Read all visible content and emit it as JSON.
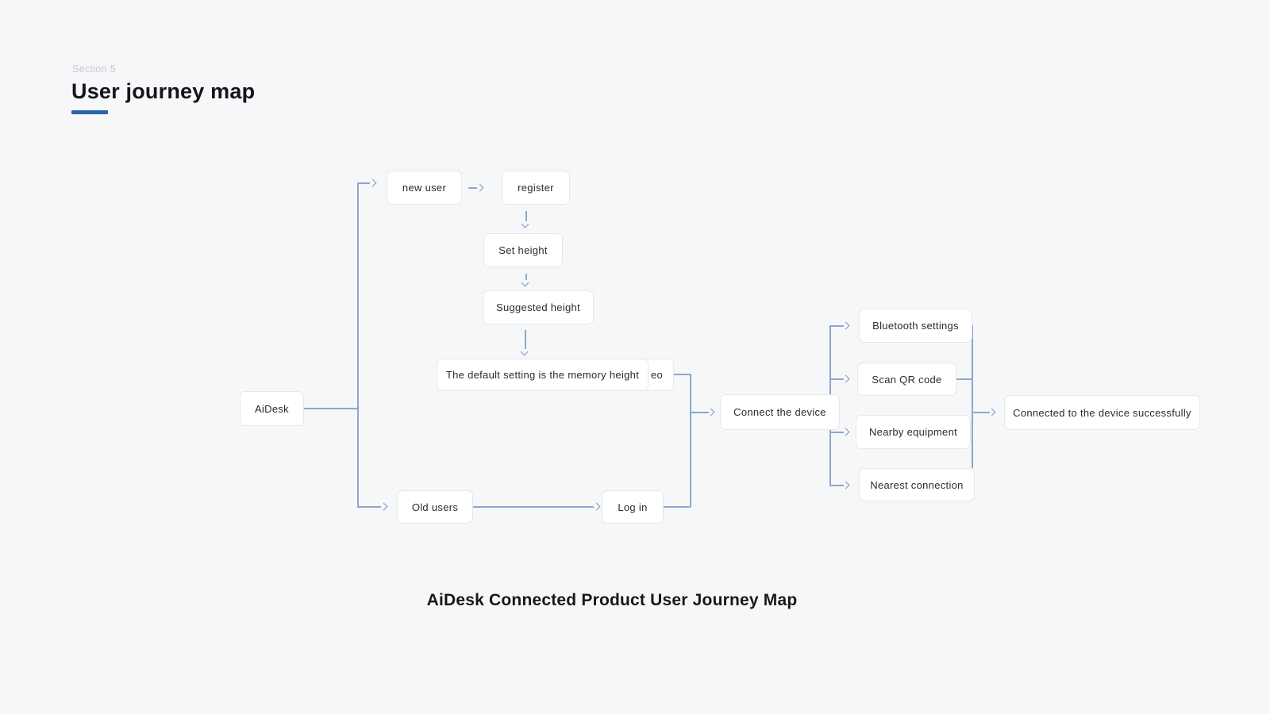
{
  "header": {
    "eyebrow": "Section 5",
    "title": "User journey map"
  },
  "caption": "AiDesk Connected Product User Journey Map",
  "nodes": {
    "aidesk": {
      "label": "AiDesk"
    },
    "new_user": {
      "label": "new user"
    },
    "register": {
      "label": "register"
    },
    "set_height": {
      "label": "Set height"
    },
    "suggested_height": {
      "label": "Suggested height"
    },
    "memory_height": {
      "label": "The default setting is the memory height"
    },
    "hidden_partial": {
      "visible_text": "eo"
    },
    "old_users": {
      "label": "Old users"
    },
    "log_in": {
      "label": "Log in"
    },
    "connect_device": {
      "label": "Connect the device"
    },
    "bluetooth": {
      "label": "Bluetooth settings"
    },
    "scan_qr": {
      "label": "Scan QR code"
    },
    "nearby": {
      "label": "Nearby equipment"
    },
    "nearest": {
      "label": "Nearest connection"
    },
    "connected_success": {
      "label": "Connected to the device successfully"
    }
  },
  "edges": [
    [
      "aidesk",
      "new_user"
    ],
    [
      "aidesk",
      "old_users"
    ],
    [
      "new_user",
      "register"
    ],
    [
      "register",
      "set_height"
    ],
    [
      "set_height",
      "suggested_height"
    ],
    [
      "suggested_height",
      "memory_height"
    ],
    [
      "memory_height",
      "connect_device"
    ],
    [
      "old_users",
      "log_in"
    ],
    [
      "log_in",
      "connect_device"
    ],
    [
      "connect_device",
      "bluetooth"
    ],
    [
      "connect_device",
      "scan_qr"
    ],
    [
      "connect_device",
      "nearby"
    ],
    [
      "connect_device",
      "nearest"
    ],
    [
      "bluetooth",
      "connected_success"
    ],
    [
      "scan_qr",
      "connected_success"
    ],
    [
      "nearby",
      "connected_success"
    ],
    [
      "nearest",
      "connected_success"
    ]
  ],
  "colors": {
    "background": "#f6f7f9",
    "accent_underline": "#2b62ab",
    "connector": "#8da7cd",
    "node_border": "#e5e7ea",
    "node_fill": "#ffffff",
    "eyebrow_text": "#c6c9cf",
    "title_text": "#141619"
  }
}
